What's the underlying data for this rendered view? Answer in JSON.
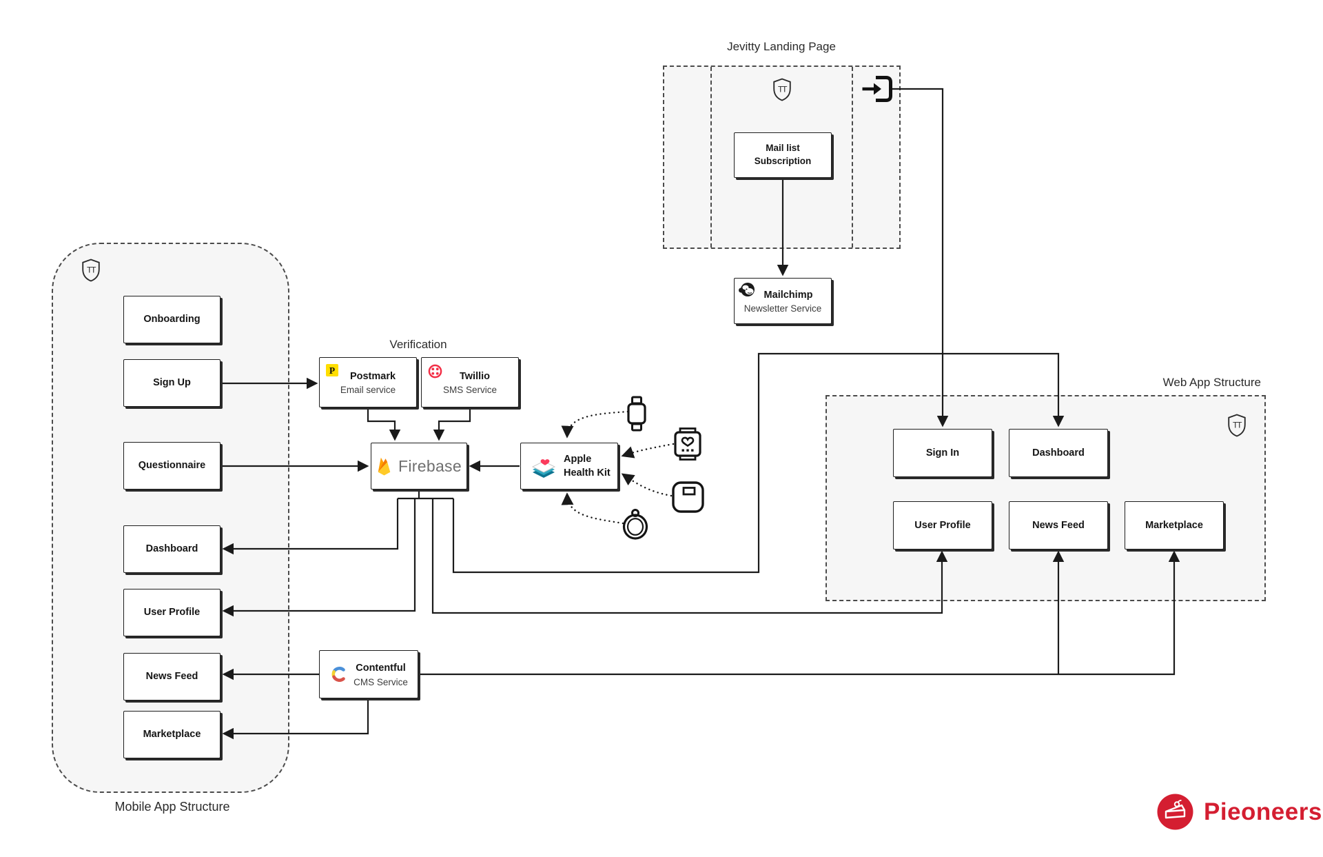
{
  "diagram": {
    "jevitty": {
      "title": "Jevitty Landing Page",
      "mail_list_label": "Mail list\nSubscription"
    },
    "verification": {
      "title": "Verification"
    },
    "mobile": {
      "title": "Mobile App Structure",
      "screens": [
        "Onboarding",
        "Sign Up",
        "Questionnaire",
        "Dashboard",
        "User Profile",
        "News Feed",
        "Marketplace"
      ]
    },
    "web": {
      "title": "Web App Structure",
      "screens": [
        "Sign In",
        "Dashboard",
        "User Profile",
        "News Feed",
        "Marketplace"
      ]
    },
    "services": {
      "postmark": {
        "name": "Postmark",
        "desc": "Email service",
        "icon_letter": "P",
        "icon_color": "#ffde00"
      },
      "twillio": {
        "name": "Twillio",
        "desc": "SMS Service",
        "icon_color": "#f22f46"
      },
      "mailchimp": {
        "name": "Mailchimp",
        "desc": "Newsletter Service"
      },
      "contentful": {
        "name": "Contentful",
        "desc": "CMS Service",
        "icon_colors": [
          "#4a90d9",
          "#f5d12f",
          "#d9534a"
        ]
      },
      "firebase": {
        "name": "Firebase",
        "icon_colors": [
          "#ffa000",
          "#f57c00",
          "#ffca28"
        ]
      },
      "healthkit": {
        "name": "Apple\nHealth Kit",
        "icon_colors": [
          "#0e7490",
          "#2fa8c0",
          "#fb3b5c"
        ]
      }
    },
    "shield_glyph": "TT",
    "device_icons": [
      "smart-watch-icon",
      "heart-rate-monitor-icon",
      "smart-scale-icon",
      "smart-ring-icon"
    ],
    "brand": {
      "name": "Pieoneers",
      "color": "#d41e31"
    }
  }
}
